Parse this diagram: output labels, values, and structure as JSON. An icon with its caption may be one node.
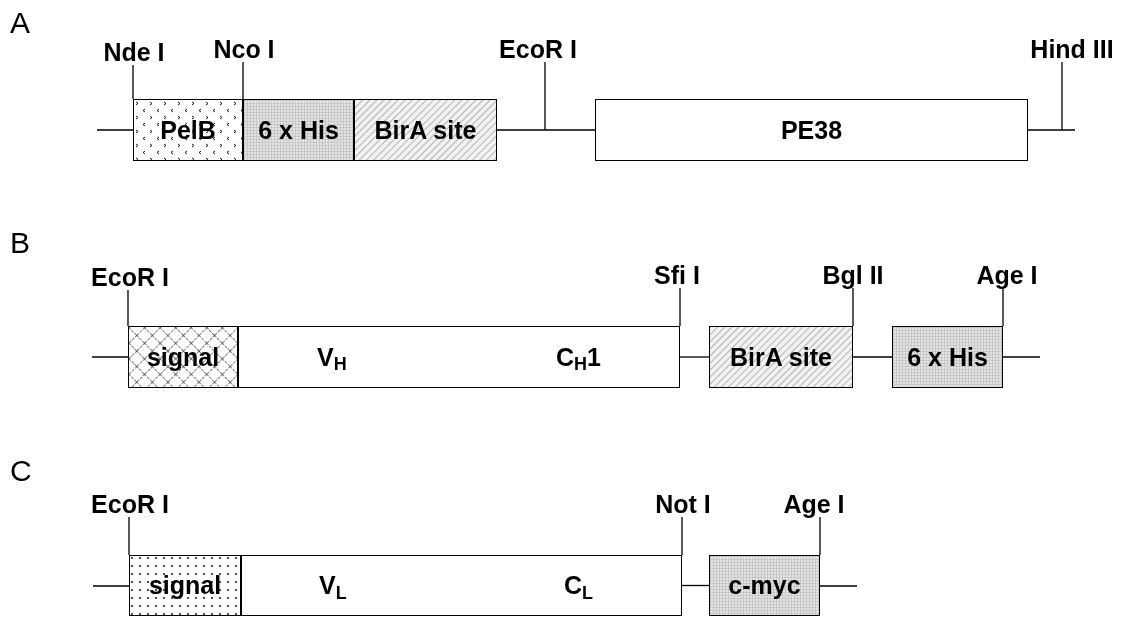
{
  "diagram": {
    "nodes": [
      {
        "text": [
          "PelB"
        ]
      },
      {
        "text": [
          "6 x His"
        ]
      },
      {
        "text": [
          "BirA site"
        ]
      },
      {
        "text": [
          "PE38"
        ]
      },
      {
        "text": [
          "Nde I"
        ]
      },
      {
        "text": [
          "Nco I"
        ]
      },
      {
        "text": [
          "EcoR I"
        ]
      },
      {
        "text": [
          "Hind III"
        ]
      },
      {
        "text": [
          "signal"
        ]
      },
      {
        "text": [
          "V$_{H}$",
          "C$_{H}$1"
        ]
      },
      {
        "text": [
          "BirA site"
        ]
      },
      {
        "text": [
          "6 x His"
        ]
      },
      {
        "text": [
          "EcoR I"
        ]
      },
      {
        "text": [
          "Sfi I"
        ]
      },
      {
        "text": [
          "Bgl II"
        ]
      },
      {
        "text": [
          "Age I"
        ]
      },
      {
        "text": [
          "signal"
        ]
      },
      {
        "text": [
          "V$_{L}$",
          "C$_{L}$"
        ]
      },
      {
        "text": [
          "c-myc"
        ]
      },
      {
        "text": [
          "EcoR I"
        ]
      },
      {
        "text": [
          "Not I"
        ]
      },
      {
        "text": [
          "Age I"
        ]
      }
    ],
    "edges": [
      {
        "from": null,
        "to": 0,
        "arrow": "none"
      },
      {
        "from": 2,
        "to": 3,
        "arrow": "none"
      },
      {
        "from": 3,
        "to": null,
        "arrow": "none"
      },
      {
        "from": 4,
        "to": 0,
        "arrow": "none"
      },
      {
        "from": 5,
        "to": 0,
        "arrow": "none"
      },
      {
        "from": 6,
        "to": null,
        "arrow": "none"
      },
      {
        "from": 7,
        "to": null,
        "arrow": "none"
      },
      {
        "from": null,
        "to": 8,
        "arrow": "none"
      },
      {
        "from": 9,
        "to": 10,
        "arrow": "none"
      },
      {
        "from": 10,
        "to": 11,
        "arrow": "none"
      },
      {
        "from": 11,
        "to": null,
        "arrow": "none"
      },
      {
        "from": 12,
        "to": 8,
        "arrow": "none"
      },
      {
        "from": 13,
        "to": 9,
        "arrow": "none"
      },
      {
        "from": 14,
        "to": 10,
        "arrow": "none"
      },
      {
        "from": 15,
        "to": 11,
        "arrow": "none"
      },
      {
        "from": null,
        "to": 16,
        "arrow": "none"
      },
      {
        "from": 17,
        "to": 18,
        "arrow": "none"
      },
      {
        "from": 18,
        "to": null,
        "arrow": "none"
      },
      {
        "from": 19,
        "to": 16,
        "arrow": "none"
      },
      {
        "from": 20,
        "to": 17,
        "arrow": "none"
      },
      {
        "from": 21,
        "to": 18,
        "arrow": "none"
      }
    ],
    "labels": [
      "A",
      "B",
      "C"
    ]
  }
}
